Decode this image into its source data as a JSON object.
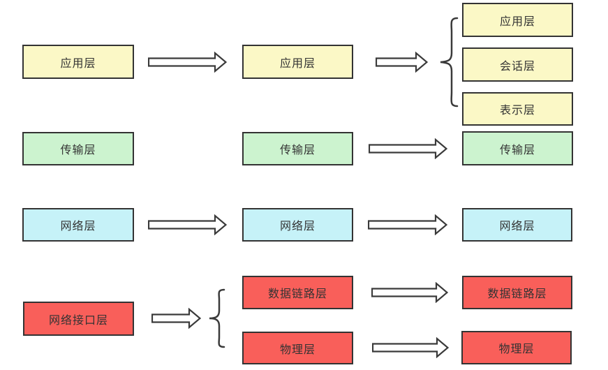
{
  "diagram": {
    "background": "#ffffff",
    "stroke_color": "#333333",
    "text_color": "#333333",
    "palette": {
      "application_yellow": "#FBF8C6",
      "transport_green": "#CCF3CF",
      "network_cyan": "#C6F2F8",
      "link_red": "#F95F5A"
    },
    "columns": [
      {
        "id": "left-model",
        "boxes": [
          {
            "label": "应用层",
            "fill": "#FBF8C6"
          },
          {
            "label": "传输层",
            "fill": "#CCF3CF"
          },
          {
            "label": "网络层",
            "fill": "#C6F2F8"
          },
          {
            "label": "网络接口层",
            "fill": "#F95F5A"
          }
        ]
      },
      {
        "id": "middle-model",
        "boxes": [
          {
            "label": "应用层",
            "fill": "#FBF8C6"
          },
          {
            "label": "传输层",
            "fill": "#CCF3CF"
          },
          {
            "label": "网络层",
            "fill": "#C6F2F8"
          },
          {
            "label": "数据链路层",
            "fill": "#F95F5A"
          },
          {
            "label": "物理层",
            "fill": "#F95F5A"
          }
        ]
      },
      {
        "id": "right-model",
        "boxes": [
          {
            "label": "应用层",
            "fill": "#FBF8C6"
          },
          {
            "label": "会话层",
            "fill": "#FBF8C6"
          },
          {
            "label": "表示层",
            "fill": "#FBF8C6"
          },
          {
            "label": "传输层",
            "fill": "#CCF3CF"
          },
          {
            "label": "网络层",
            "fill": "#C6F2F8"
          },
          {
            "label": "数据链路层",
            "fill": "#F95F5A"
          },
          {
            "label": "物理层",
            "fill": "#F95F5A"
          }
        ]
      }
    ]
  }
}
